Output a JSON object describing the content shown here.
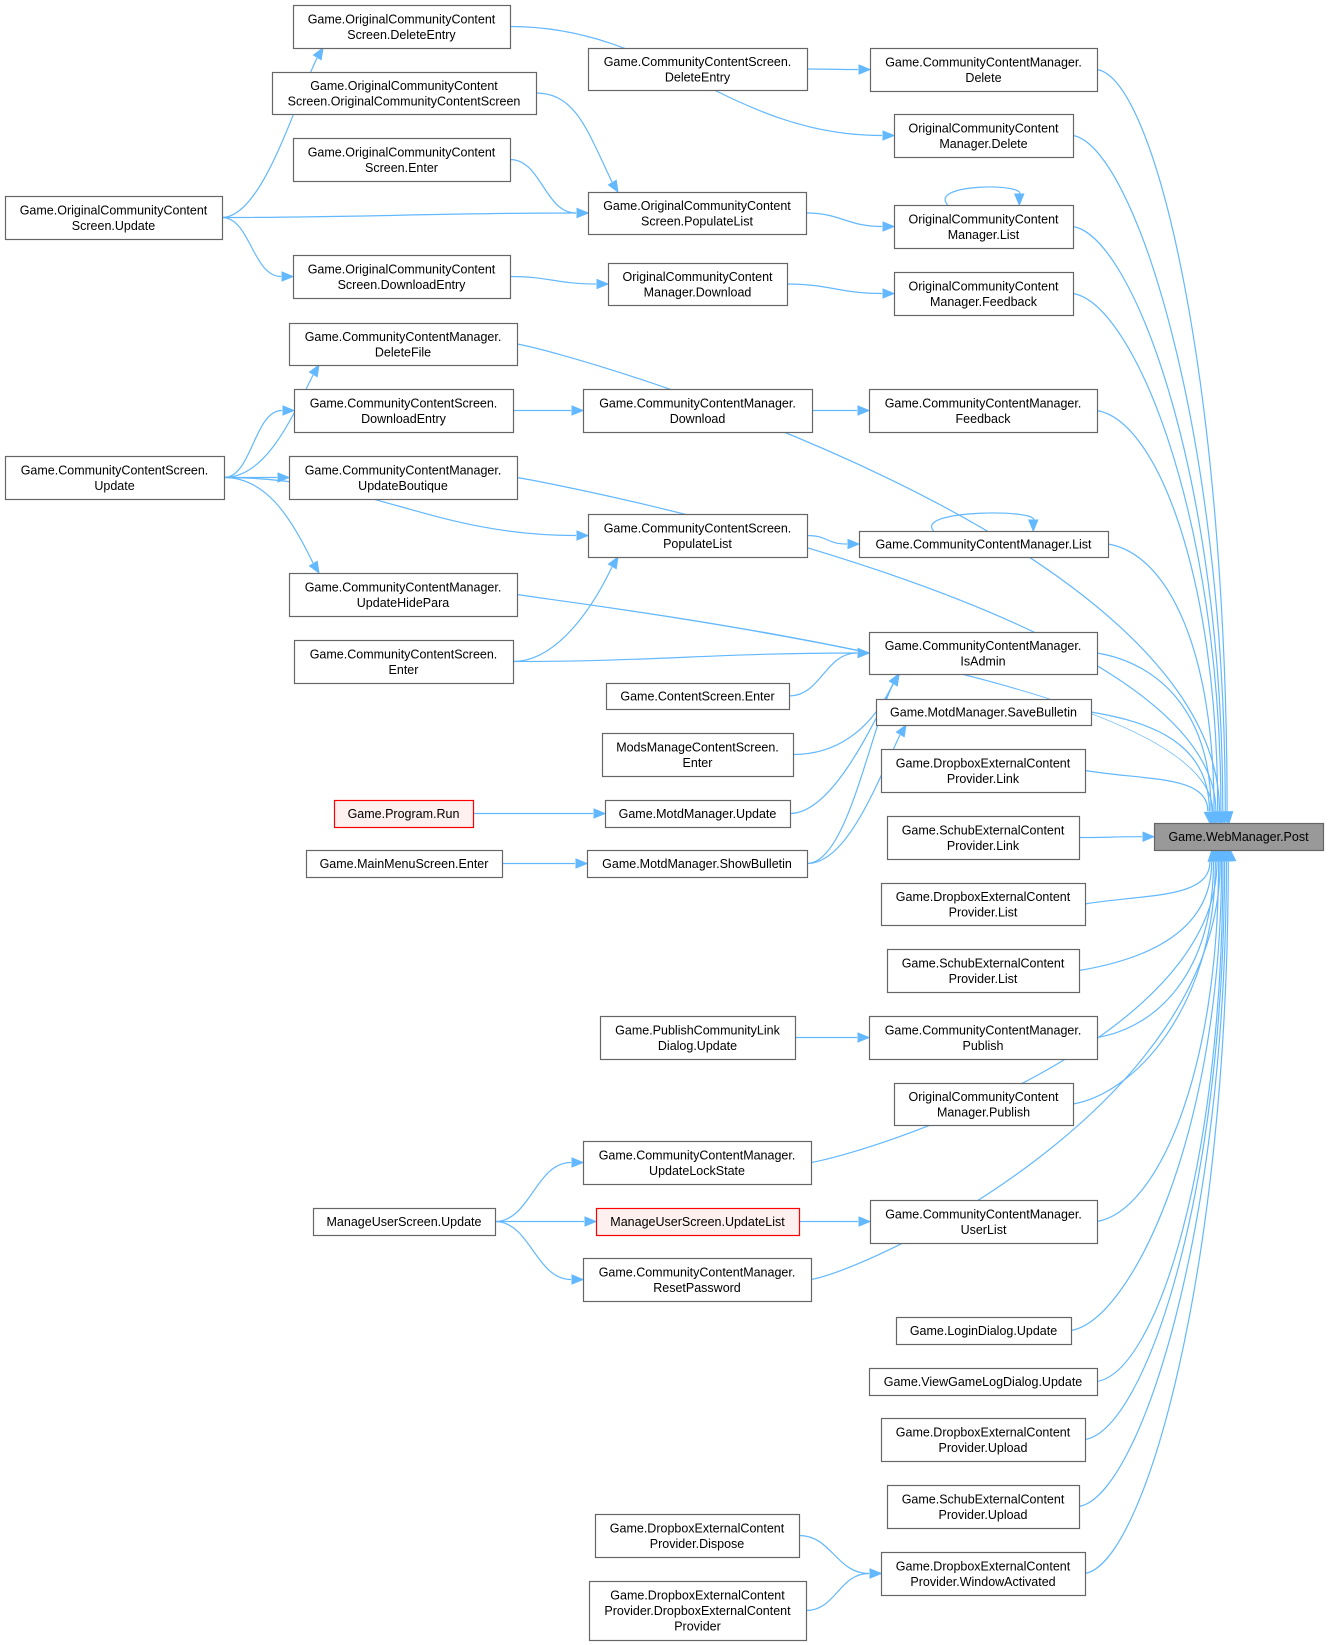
{
  "graph": {
    "root": "post",
    "colors": {
      "edge": "#63b8ff",
      "node_border": "#666666",
      "node_fill": "#ffffff",
      "root_fill": "#999999",
      "highlight_border": "#ff0000",
      "highlight_fill": "#fff0f0"
    },
    "nodes": [
      {
        "id": "occs_delete",
        "lines": [
          "Game.OriginalCommunityContent",
          "Screen.DeleteEntry"
        ]
      },
      {
        "id": "occs_ctor",
        "lines": [
          "Game.OriginalCommunityContent",
          "Screen.OriginalCommunityContentScreen"
        ]
      },
      {
        "id": "occs_enter",
        "lines": [
          "Game.OriginalCommunityContent",
          "Screen.Enter"
        ]
      },
      {
        "id": "occs_update",
        "lines": [
          "Game.OriginalCommunityContent",
          "Screen.Update"
        ]
      },
      {
        "id": "occs_download",
        "lines": [
          "Game.OriginalCommunityContent",
          "Screen.DownloadEntry"
        ]
      },
      {
        "id": "ccs_delete",
        "lines": [
          "Game.CommunityContentScreen.",
          "DeleteEntry"
        ]
      },
      {
        "id": "ccm_delete",
        "lines": [
          "Game.CommunityContentManager.",
          "Delete"
        ]
      },
      {
        "id": "occm_delete",
        "lines": [
          "OriginalCommunityContent",
          "Manager.Delete"
        ]
      },
      {
        "id": "occs_populate",
        "lines": [
          "Game.OriginalCommunityContent",
          "Screen.PopulateList"
        ]
      },
      {
        "id": "occm_list",
        "lines": [
          "OriginalCommunityContent",
          "Manager.List"
        ]
      },
      {
        "id": "occm_download",
        "lines": [
          "OriginalCommunityContent",
          "Manager.Download"
        ]
      },
      {
        "id": "occm_feedback",
        "lines": [
          "OriginalCommunityContent",
          "Manager.Feedback"
        ]
      },
      {
        "id": "ccm_deletefile",
        "lines": [
          "Game.CommunityContentManager.",
          "DeleteFile"
        ]
      },
      {
        "id": "ccs_downloadentry",
        "lines": [
          "Game.CommunityContentScreen.",
          "DownloadEntry"
        ]
      },
      {
        "id": "ccm_download",
        "lines": [
          "Game.CommunityContentManager.",
          "Download"
        ]
      },
      {
        "id": "ccm_feedback",
        "lines": [
          "Game.CommunityContentManager.",
          "Feedback"
        ]
      },
      {
        "id": "ccs_update",
        "lines": [
          "Game.CommunityContentScreen.",
          "Update"
        ]
      },
      {
        "id": "ccm_boutique",
        "lines": [
          "Game.CommunityContentManager.",
          "UpdateBoutique"
        ]
      },
      {
        "id": "ccs_populate",
        "lines": [
          "Game.CommunityContentScreen.",
          "PopulateList"
        ]
      },
      {
        "id": "ccm_list",
        "lines": [
          "Game.CommunityContentManager.List"
        ]
      },
      {
        "id": "ccm_hidepara",
        "lines": [
          "Game.CommunityContentManager.",
          "UpdateHidePara"
        ]
      },
      {
        "id": "ccs_enter",
        "lines": [
          "Game.CommunityContentScreen.",
          "Enter"
        ]
      },
      {
        "id": "ccm_isadmin",
        "lines": [
          "Game.CommunityContentManager.",
          "IsAdmin"
        ]
      },
      {
        "id": "cs_enter",
        "lines": [
          "Game.ContentScreen.Enter"
        ]
      },
      {
        "id": "motd_save",
        "lines": [
          "Game.MotdManager.SaveBulletin"
        ]
      },
      {
        "id": "mods_enter",
        "lines": [
          "ModsManageContentScreen.",
          "Enter"
        ]
      },
      {
        "id": "dropbox_link",
        "lines": [
          "Game.DropboxExternalContent",
          "Provider.Link"
        ]
      },
      {
        "id": "program_run",
        "lines": [
          "Game.Program.Run"
        ],
        "highlight": true
      },
      {
        "id": "motd_update",
        "lines": [
          "Game.MotdManager.Update"
        ]
      },
      {
        "id": "schub_link",
        "lines": [
          "Game.SchubExternalContent",
          "Provider.Link"
        ]
      },
      {
        "id": "post",
        "lines": [
          "Game.WebManager.Post"
        ],
        "root": true
      },
      {
        "id": "mainmenu_enter",
        "lines": [
          "Game.MainMenuScreen.Enter"
        ]
      },
      {
        "id": "motd_show",
        "lines": [
          "Game.MotdManager.ShowBulletin"
        ]
      },
      {
        "id": "dropbox_list",
        "lines": [
          "Game.DropboxExternalContent",
          "Provider.List"
        ]
      },
      {
        "id": "schub_list",
        "lines": [
          "Game.SchubExternalContent",
          "Provider.List"
        ]
      },
      {
        "id": "publish_dialog",
        "lines": [
          "Game.PublishCommunityLink",
          "Dialog.Update"
        ]
      },
      {
        "id": "ccm_publish",
        "lines": [
          "Game.CommunityContentManager.",
          "Publish"
        ]
      },
      {
        "id": "occm_publish",
        "lines": [
          "OriginalCommunityContent",
          "Manager.Publish"
        ]
      },
      {
        "id": "ccm_lockstate",
        "lines": [
          "Game.CommunityContentManager.",
          "UpdateLockState"
        ]
      },
      {
        "id": "mus_update",
        "lines": [
          "ManageUserScreen.Update"
        ]
      },
      {
        "id": "mus_updatelist",
        "lines": [
          "ManageUserScreen.UpdateList"
        ],
        "highlight": true
      },
      {
        "id": "ccm_userlist",
        "lines": [
          "Game.CommunityContentManager.",
          "UserList"
        ]
      },
      {
        "id": "ccm_reset",
        "lines": [
          "Game.CommunityContentManager.",
          "ResetPassword"
        ]
      },
      {
        "id": "login_update",
        "lines": [
          "Game.LoginDialog.Update"
        ]
      },
      {
        "id": "viewlog_update",
        "lines": [
          "Game.ViewGameLogDialog.Update"
        ]
      },
      {
        "id": "dropbox_upload",
        "lines": [
          "Game.DropboxExternalContent",
          "Provider.Upload"
        ]
      },
      {
        "id": "schub_upload",
        "lines": [
          "Game.SchubExternalContent",
          "Provider.Upload"
        ]
      },
      {
        "id": "dropbox_dispose",
        "lines": [
          "Game.DropboxExternalContent",
          "Provider.Dispose"
        ]
      },
      {
        "id": "dropbox_winact",
        "lines": [
          "Game.DropboxExternalContent",
          "Provider.WindowActivated"
        ]
      },
      {
        "id": "dropbox_ctor",
        "lines": [
          "Game.DropboxExternalContent",
          "Provider.DropboxExternalContent",
          "Provider"
        ]
      }
    ],
    "edges": [
      [
        "occs_update",
        "occs_delete"
      ],
      [
        "occs_update",
        "occs_populate"
      ],
      [
        "occs_update",
        "occs_download"
      ],
      [
        "occs_delete",
        "occm_delete"
      ],
      [
        "occs_ctor",
        "occs_populate"
      ],
      [
        "occs_enter",
        "occs_populate"
      ],
      [
        "occs_populate",
        "occm_list"
      ],
      [
        "occm_list",
        "occm_list"
      ],
      [
        "occs_download",
        "occm_download"
      ],
      [
        "occm_download",
        "occm_feedback"
      ],
      [
        "ccs_delete",
        "ccm_delete"
      ],
      [
        "ccs_update",
        "ccm_deletefile"
      ],
      [
        "ccs_update",
        "ccs_downloadentry"
      ],
      [
        "ccs_update",
        "ccm_boutique"
      ],
      [
        "ccs_update",
        "ccs_populate"
      ],
      [
        "ccs_update",
        "ccm_hidepara"
      ],
      [
        "ccs_downloadentry",
        "ccm_download"
      ],
      [
        "ccm_download",
        "ccm_feedback"
      ],
      [
        "ccs_populate",
        "ccm_list"
      ],
      [
        "ccm_list",
        "ccm_list"
      ],
      [
        "ccs_enter",
        "ccs_populate"
      ],
      [
        "ccs_enter",
        "ccm_isadmin"
      ],
      [
        "cs_enter",
        "ccm_isadmin"
      ],
      [
        "mods_enter",
        "ccm_isadmin"
      ],
      [
        "motd_update",
        "ccm_isadmin"
      ],
      [
        "motd_show",
        "ccm_isadmin"
      ],
      [
        "motd_show",
        "motd_save"
      ],
      [
        "program_run",
        "motd_update"
      ],
      [
        "mainmenu_enter",
        "motd_show"
      ],
      [
        "publish_dialog",
        "ccm_publish"
      ],
      [
        "mus_update",
        "ccm_lockstate"
      ],
      [
        "mus_update",
        "mus_updatelist"
      ],
      [
        "mus_update",
        "ccm_reset"
      ],
      [
        "mus_updatelist",
        "ccm_userlist"
      ],
      [
        "dropbox_dispose",
        "dropbox_winact"
      ],
      [
        "dropbox_ctor",
        "dropbox_winact"
      ],
      [
        "ccm_delete",
        "post"
      ],
      [
        "occm_delete",
        "post"
      ],
      [
        "occm_list",
        "post"
      ],
      [
        "occm_feedback",
        "post"
      ],
      [
        "ccm_deletefile",
        "post"
      ],
      [
        "ccm_feedback",
        "post"
      ],
      [
        "ccm_boutique",
        "post"
      ],
      [
        "ccm_list",
        "post"
      ],
      [
        "ccm_hidepara",
        "post"
      ],
      [
        "ccm_isadmin",
        "post"
      ],
      [
        "motd_save",
        "post"
      ],
      [
        "dropbox_link",
        "post"
      ],
      [
        "schub_link",
        "post"
      ],
      [
        "dropbox_list",
        "post"
      ],
      [
        "schub_list",
        "post"
      ],
      [
        "ccm_publish",
        "post"
      ],
      [
        "occm_publish",
        "post"
      ],
      [
        "ccm_lockstate",
        "post"
      ],
      [
        "ccm_userlist",
        "post"
      ],
      [
        "ccm_reset",
        "post"
      ],
      [
        "login_update",
        "post"
      ],
      [
        "viewlog_update",
        "post"
      ],
      [
        "dropbox_upload",
        "post"
      ],
      [
        "schub_upload",
        "post"
      ],
      [
        "dropbox_winact",
        "post"
      ]
    ]
  }
}
